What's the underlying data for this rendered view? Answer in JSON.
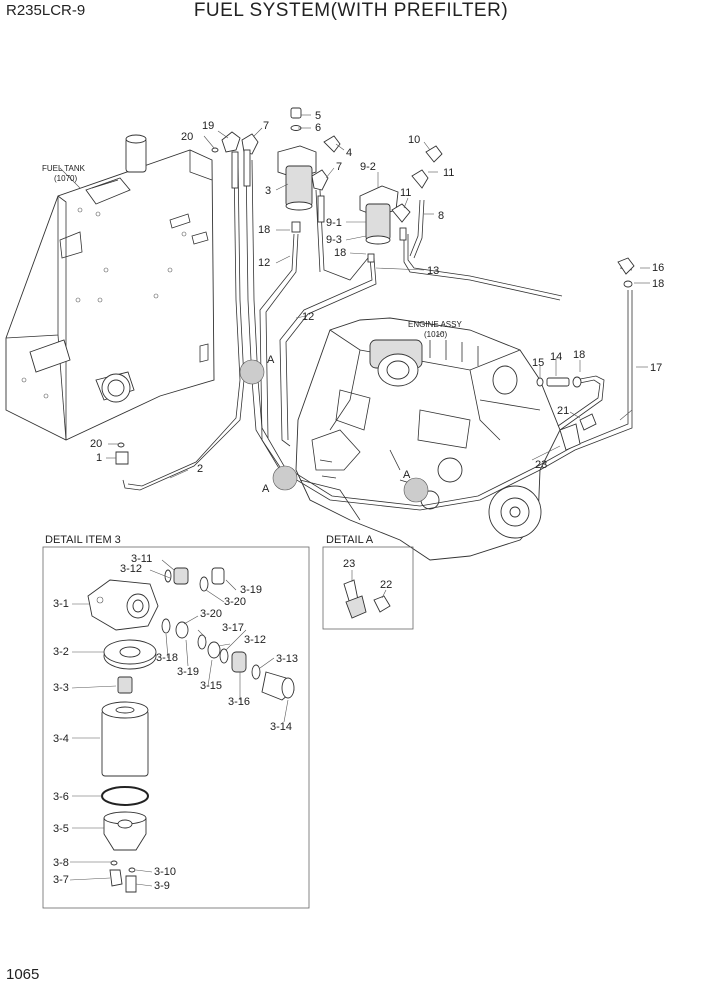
{
  "header": {
    "model": "R235LCR-9",
    "title": "FUEL SYSTEM(WITH PREFILTER)"
  },
  "footer": {
    "page_number": "1065"
  },
  "assemblies": {
    "fuel_tank": {
      "name": "FUEL TANK",
      "code": "(1070)"
    },
    "engine": {
      "name": "ENGINE ASSY",
      "code": "(1010)"
    }
  },
  "details": {
    "item3_title": "DETAIL ITEM 3",
    "a_title": "DETAIL  A"
  },
  "callouts_main": {
    "p1": "1",
    "p2": "2",
    "p3": "3",
    "p4": "4",
    "p5": "5",
    "p6": "6",
    "p7a": "7",
    "p7b": "7",
    "p8": "8",
    "p9_1": "9-1",
    "p9_2": "9-2",
    "p9_3": "9-3",
    "p10": "10",
    "p11a": "11",
    "p11b": "11",
    "p12a": "12",
    "p12b": "12",
    "p13": "13",
    "p14": "14",
    "p15": "15",
    "p16": "16",
    "p17": "17",
    "p18a": "18",
    "p18b": "18",
    "p18c": "18",
    "p18d": "18",
    "p19": "19",
    "p20a": "20",
    "p20b": "20",
    "p21": "21",
    "p23": "23",
    "sectionA1": "A",
    "sectionA2": "A",
    "sectionA3": "A"
  },
  "callouts_item3": {
    "c3_1": "3-1",
    "c3_2": "3-2",
    "c3_3": "3-3",
    "c3_4": "3-4",
    "c3_5": "3-5",
    "c3_6": "3-6",
    "c3_7": "3-7",
    "c3_8": "3-8",
    "c3_9": "3-9",
    "c3_10": "3-10",
    "c3_11": "3-11",
    "c3_12a": "3-12",
    "c3_12b": "3-12",
    "c3_13": "3-13",
    "c3_14": "3-14",
    "c3_15": "3-15",
    "c3_16": "3-16",
    "c3_17": "3-17",
    "c3_18": "3-18",
    "c3_19a": "3-19",
    "c3_19b": "3-19",
    "c3_20a": "3-20",
    "c3_20b": "3-20"
  },
  "callouts_detailA": {
    "d22": "22",
    "d23": "23"
  }
}
